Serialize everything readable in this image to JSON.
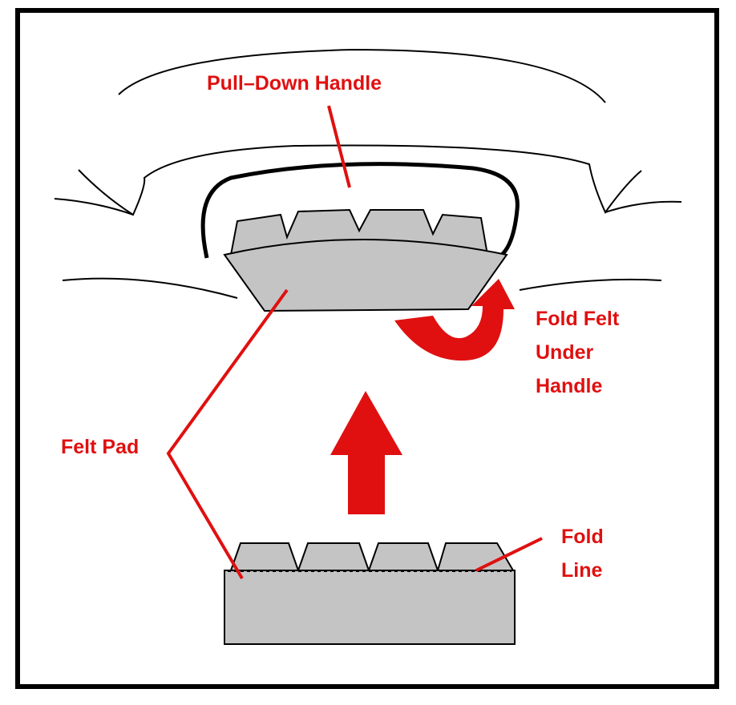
{
  "labels": {
    "pull_down_handle": "Pull–Down Handle",
    "fold_felt_line1": "Fold Felt",
    "fold_felt_line2": "Under",
    "fold_felt_line3": "Handle",
    "felt_pad": "Felt Pad",
    "fold_line_line1": "Fold",
    "fold_line_line2": "Line"
  },
  "colors": {
    "annotation": "#e01010",
    "felt": "#c4c4c4",
    "outline": "#000000"
  }
}
